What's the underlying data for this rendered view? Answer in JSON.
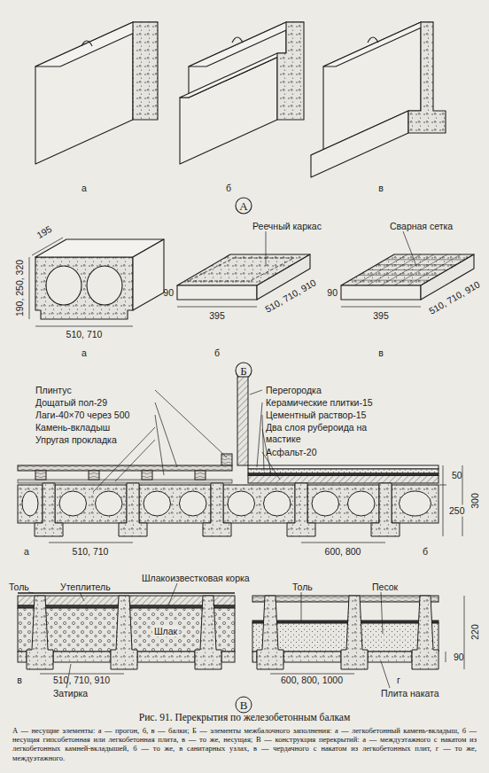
{
  "diagram": {
    "title": "Рис. 91. Перекрытия по железобетонным балкам",
    "caption": "А — несущие элементы: а — прогон, б, в — балки; Б — элементы межбалочного заполнения: а — легкобетонный камень-вкладыш, б — несущая гипсобетонная или легкобетонная плита, в — то же, несущая; В — конструкция перекрытий: а — междуэтажного с накатом из легкобетонных камней-вкладышей, б — то же, в санитарных узлах, в — чердачного с накатом из легкобетонных плит, г — то же, междуэтажного.",
    "labels": [
      "а",
      "б",
      "в",
      "А",
      "195",
      "190, 250, 320",
      "510, 710",
      "а",
      "Реечный каркас",
      "510, 710, 910",
      "90",
      "395",
      "б",
      "Сварная сетка",
      "90",
      "395",
      "510, 710, 910",
      "в",
      "Б",
      "Плинтус",
      "Дощатый пол-29",
      "Лаги-40×70 через 500",
      "Камень-вкладыш",
      "Упругая прокладка",
      "Перегородка",
      "Керамические плитки-15",
      "Цементный раствор-15",
      "Два слоя рубероида на мастике",
      "Асфальт-20",
      "50",
      "250",
      "300",
      "а",
      "510, 710",
      "600, 800",
      "б",
      "Шлакоизвестковая корка",
      "Толь",
      "Утеплитель",
      "Шлак",
      "Толь",
      "Песок",
      "в",
      "Затирка",
      "510, 710, 910",
      "600, 800, 1000",
      "90",
      "220",
      "г",
      "Плита наката",
      "В"
    ]
  }
}
